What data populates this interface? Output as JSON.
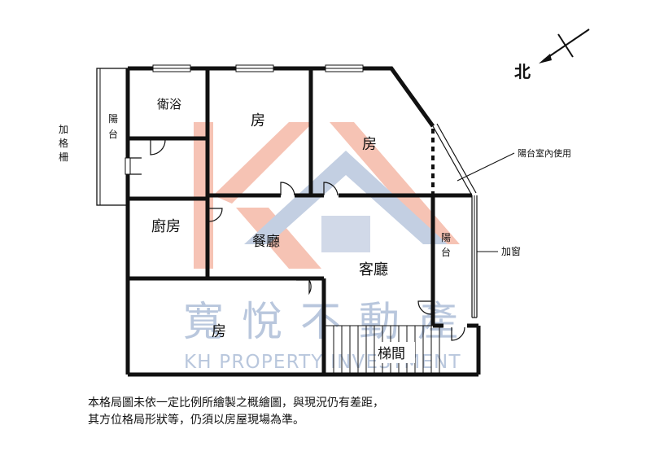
{
  "compass": {
    "label": "北"
  },
  "watermark": {
    "brand_cn": "寬悅不動產",
    "brand_en": "KH PROPERTY INVESTMENT"
  },
  "rooms": {
    "bathroom": "衛浴",
    "bedroom_1": "房",
    "bedroom_2": "房",
    "balcony_west": "陽台",
    "kitchen": "廚房",
    "dining": "餐廳",
    "living": "客廳",
    "balcony_east": "陽台",
    "bedroom_3": "房",
    "stairs": "梯間"
  },
  "annotations": {
    "grille": "加格柵",
    "balcony_indoor": "陽台室內使用",
    "added_window": "加窗"
  },
  "disclaimer": {
    "line1": "本格局圖未依一定比例所繪製之概繪圖，與現況仍有差距，",
    "line2": "其方位格局形狀等，仍須以房屋現場為準。"
  },
  "colors": {
    "wall": "#111111",
    "watermark_red": "#f5b9a8",
    "watermark_blue": "#b9c7dd"
  }
}
